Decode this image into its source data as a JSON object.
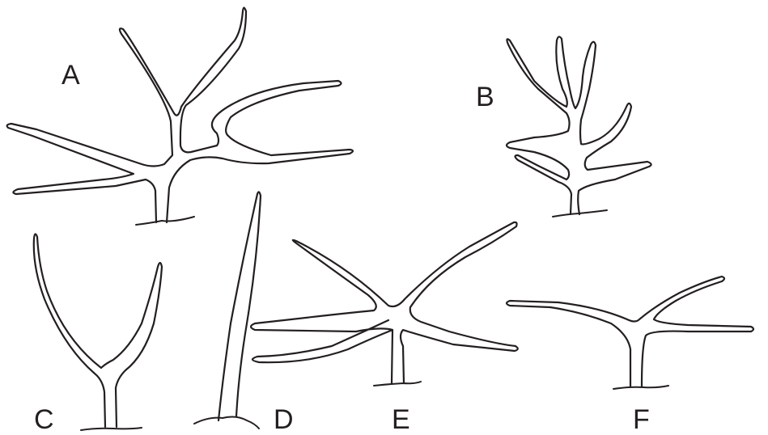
{
  "panels": [
    {
      "label": "A"
    },
    {
      "label": "B"
    },
    {
      "label": "C"
    },
    {
      "label": "D"
    },
    {
      "label": "E"
    },
    {
      "label": "F"
    }
  ],
  "colors": {
    "ink": "#231f20",
    "background": "#ffffff"
  }
}
